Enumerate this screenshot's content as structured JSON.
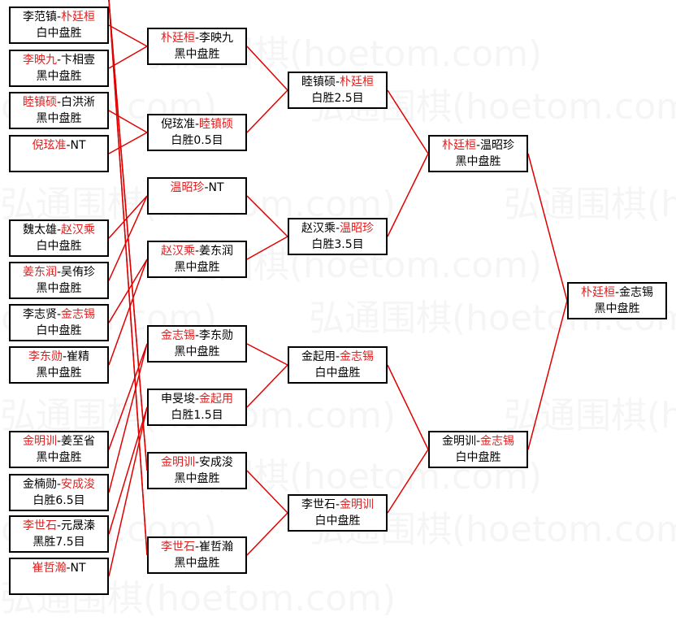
{
  "watermark": "弘通围棋(hoetom.com)",
  "round1": [
    {
      "p1": "李范镇",
      "p2": "朴廷桓",
      "winner": 2,
      "result": "白中盘胜"
    },
    {
      "p1": "李映九",
      "p2": "卞相壹",
      "winner": 1,
      "result": "黑中盘胜"
    },
    {
      "p1": "睦镇硕",
      "p2": "白洪淅",
      "winner": 1,
      "result": "黑中盘胜"
    },
    {
      "p1": "倪玹准",
      "p2": "NT",
      "winner": 1,
      "result": ""
    },
    {
      "p1": "魏太雄",
      "p2": "赵汉乘",
      "winner": 2,
      "result": "白中盘胜"
    },
    {
      "p1": "姜东润",
      "p2": "吴侑珍",
      "winner": 1,
      "result": "黑中盘胜"
    },
    {
      "p1": "李志贤",
      "p2": "金志锡",
      "winner": 2,
      "result": "白中盘胜"
    },
    {
      "p1": "李东勋",
      "p2": "崔精",
      "winner": 1,
      "result": "黑中盘胜"
    },
    {
      "p1": "金明训",
      "p2": "姜至省",
      "winner": 1,
      "result": "黑中盘胜"
    },
    {
      "p1": "金楠勋",
      "p2": "安成浚",
      "winner": 2,
      "result": "白胜6.5目"
    },
    {
      "p1": "李世石",
      "p2": "元晟溱",
      "winner": 1,
      "result": "黑胜7.5目"
    },
    {
      "p1": "崔哲瀚",
      "p2": "NT",
      "winner": 1,
      "result": ""
    }
  ],
  "round2": [
    {
      "p1": "朴廷桓",
      "p2": "李映九",
      "winner": 1,
      "result": "黑中盘胜"
    },
    {
      "p1": "倪玹准",
      "p2": "睦镇硕",
      "winner": 2,
      "result": "白胜0.5目"
    },
    {
      "p1": "温昭珍",
      "p2": "NT",
      "winner": 1,
      "result": ""
    },
    {
      "p1": "赵汉乘",
      "p2": "姜东润",
      "winner": 1,
      "result": "黑中盘胜"
    },
    {
      "p1": "金志锡",
      "p2": "李东勋",
      "winner": 1,
      "result": "黑中盘胜"
    },
    {
      "p1": "申旻埈",
      "p2": "金起用",
      "winner": 2,
      "result": "白胜1.5目"
    },
    {
      "p1": "金明训",
      "p2": "安成浚",
      "winner": 1,
      "result": "黑中盘胜"
    },
    {
      "p1": "李世石",
      "p2": "崔哲瀚",
      "winner": 1,
      "result": "黑中盘胜"
    }
  ],
  "round3": [
    {
      "p1": "睦镇硕",
      "p2": "朴廷桓",
      "winner": 2,
      "result": "白胜2.5目"
    },
    {
      "p1": "赵汉乘",
      "p2": "温昭珍",
      "winner": 2,
      "result": "白胜3.5目"
    },
    {
      "p1": "金起用",
      "p2": "金志锡",
      "winner": 2,
      "result": "白中盘胜"
    },
    {
      "p1": "李世石",
      "p2": "金明训",
      "winner": 2,
      "result": "白中盘胜"
    }
  ],
  "round4": [
    {
      "p1": "朴廷桓",
      "p2": "温昭珍",
      "winner": 1,
      "result": "黑中盘胜"
    },
    {
      "p1": "金明训",
      "p2": "金志锡",
      "winner": 2,
      "result": "白中盘胜"
    }
  ],
  "final": {
    "p1": "朴廷桓",
    "p2": "金志锡",
    "winner": 1,
    "result": "黑中盘胜"
  },
  "colors": {
    "winner": "#e02020",
    "line": "#e00000",
    "box_border": "#000000"
  }
}
